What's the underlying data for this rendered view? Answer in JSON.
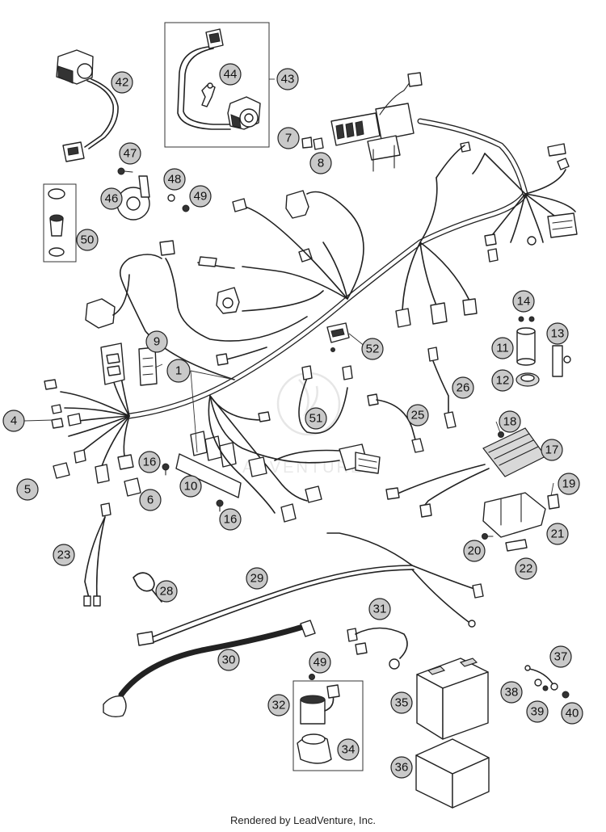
{
  "diagram": {
    "callouts": [
      "1",
      "4",
      "5",
      "6",
      "7",
      "8",
      "9",
      "10",
      "11",
      "12",
      "13",
      "14",
      "16",
      "16",
      "17",
      "18",
      "19",
      "20",
      "21",
      "22",
      "23",
      "25",
      "26",
      "28",
      "29",
      "30",
      "31",
      "32",
      "34",
      "35",
      "36",
      "37",
      "38",
      "39",
      "40",
      "42",
      "43",
      "44",
      "47",
      "46",
      "48",
      "49",
      "49",
      "50",
      "51",
      "52"
    ],
    "watermark_text": "ADVENTURE"
  },
  "footer": {
    "text": "Rendered by LeadVenture, Inc."
  }
}
